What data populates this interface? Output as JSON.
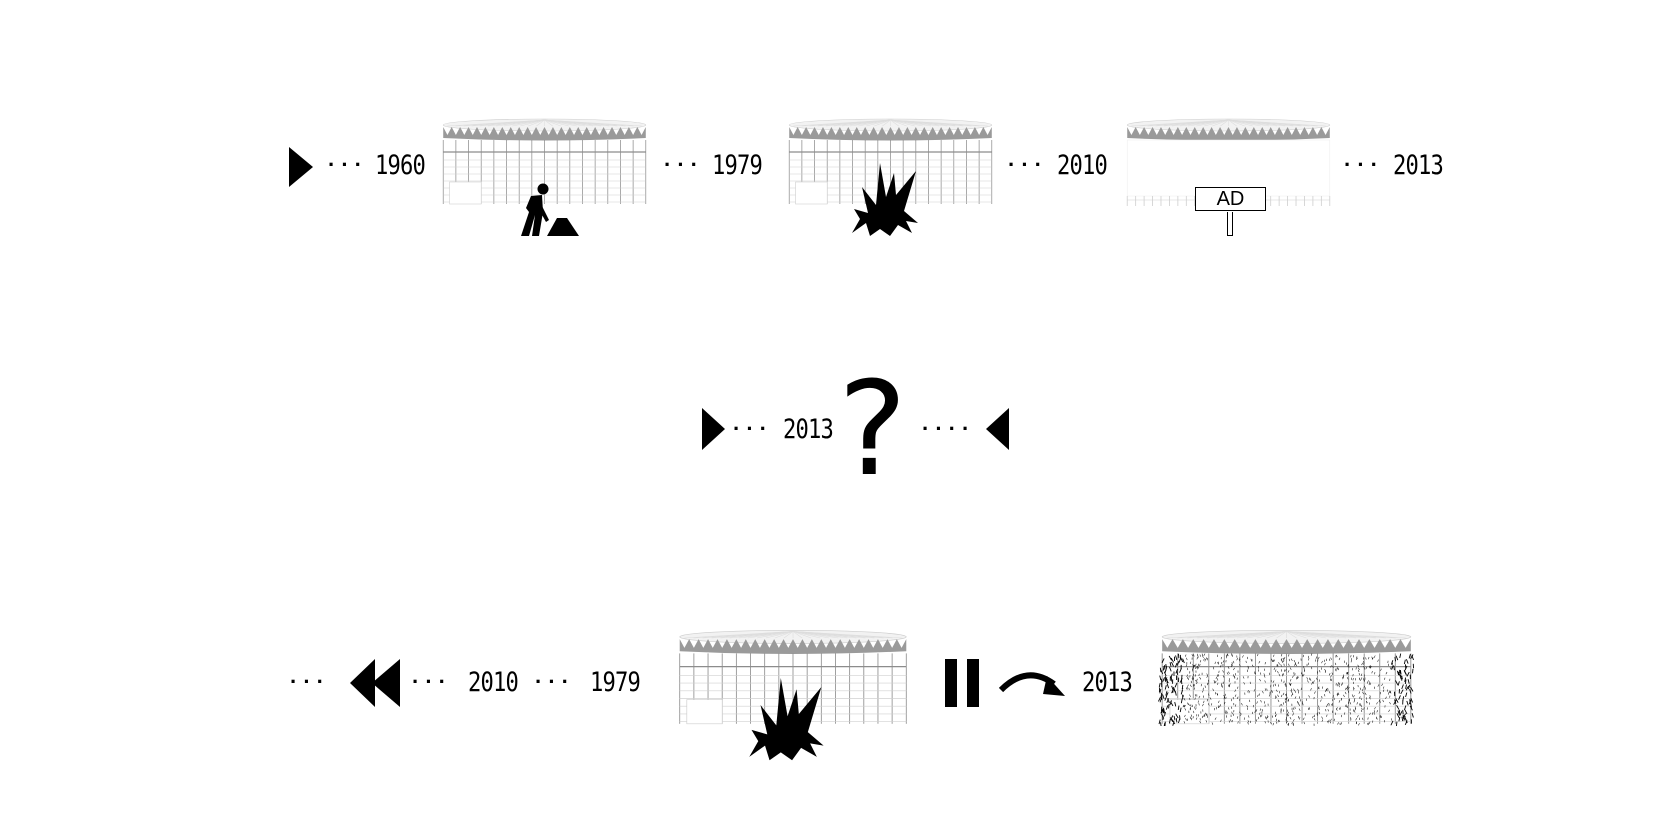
{
  "rows": {
    "history": {
      "years": [
        "1960",
        "1979",
        "2010",
        "2013"
      ],
      "dots": "···",
      "billboard_label": "AD"
    },
    "question": {
      "year": "2013",
      "dots_left": "···",
      "dots_right": "····",
      "question_mark": "?"
    },
    "alternative": {
      "dots_lead": "···",
      "dots": "···",
      "years": [
        "2010",
        "1979",
        "2013"
      ]
    }
  },
  "icons": [
    "play-icon",
    "worker-digging-icon",
    "explosion-icon",
    "billboard-icon",
    "question-icon",
    "reverse-play-icon",
    "rewind-icon",
    "pause-icon",
    "curved-arrow-icon"
  ],
  "colors": {
    "ink": "#000000",
    "roof": "#9a9a9a",
    "grid": "#8c8c8c",
    "grid_light": "#d0d0d0"
  }
}
